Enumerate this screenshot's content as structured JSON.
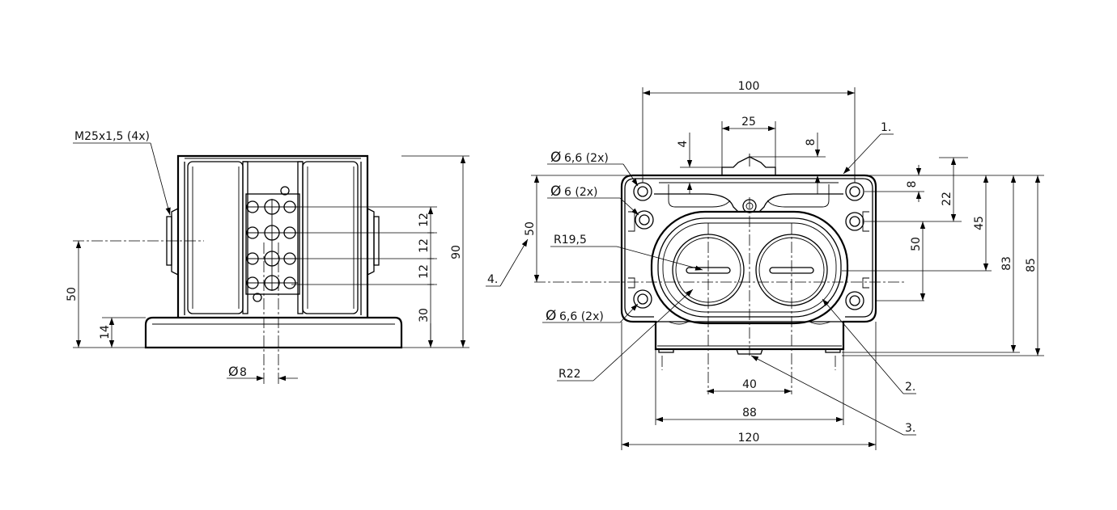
{
  "side_view": {
    "thread_label": "M25x1,5 (4x)",
    "dims": {
      "height_total": "90",
      "height_axis": "50",
      "base_height": "14",
      "contact_pitch_1": "12",
      "contact_pitch_2": "12",
      "contact_pitch_3": "12",
      "contact_offset": "30",
      "pin_diameter": "8",
      "pin_diameter_symbol": "Ø"
    }
  },
  "front_view": {
    "dims": {
      "width_top": "100",
      "plunger_width": "25",
      "left_offset": "4",
      "right_offset": "8",
      "hole_66_top": "6,6 (2x)",
      "hole_6": "6 (2x)",
      "radius_inner": "R19,5",
      "hole_66_bottom": "6,6 (2x)",
      "radius_outer": "R22",
      "axis_height": "50",
      "right_8": "8",
      "right_22": "22",
      "right_50": "50",
      "right_45": "45",
      "right_83": "83",
      "right_85": "85",
      "bottom_40": "40",
      "bottom_88": "88",
      "bottom_120": "120",
      "diameter_symbol": "Ø"
    },
    "callouts": {
      "c1": "1.",
      "c2": "2.",
      "c3": "3.",
      "c4": "4."
    }
  }
}
